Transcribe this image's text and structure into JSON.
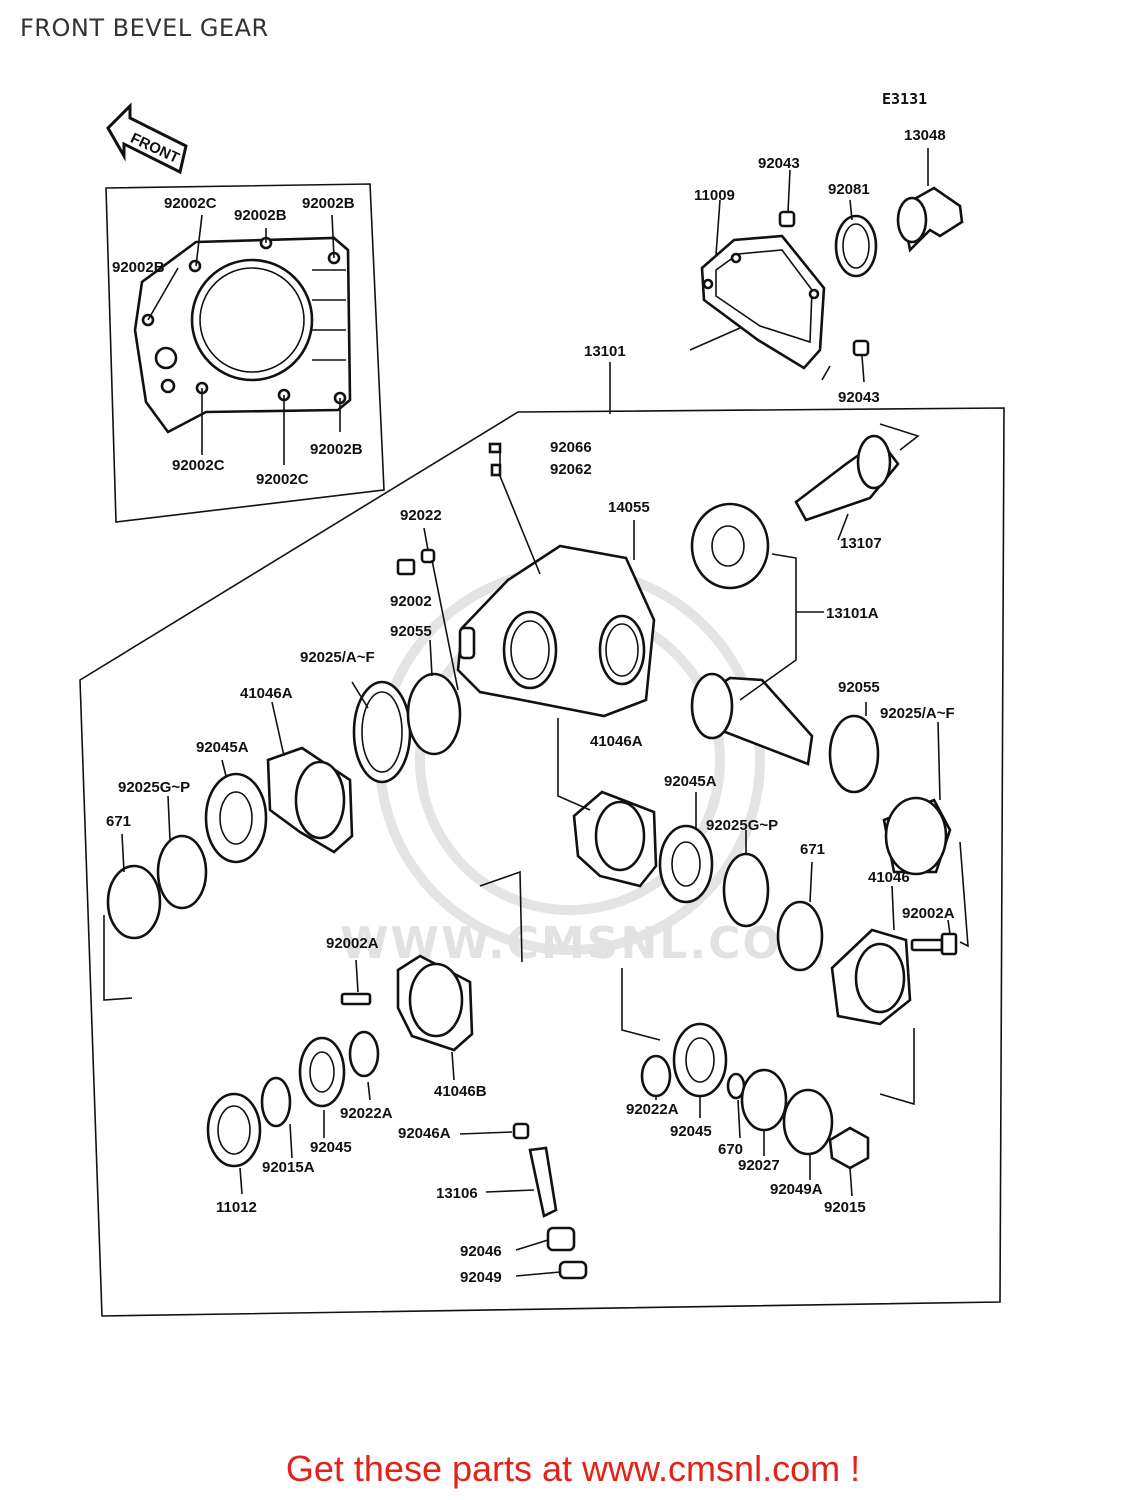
{
  "title": "FRONT BEVEL GEAR",
  "diagram_code": "E3131",
  "front_arrow_label": "FRONT",
  "watermark": "WWW.CMSNL.COM",
  "footer": "Get these parts at www.cmsnl.com !",
  "accent_color": "#e2231a",
  "parts": [
    {
      "id": "92002C",
      "label": "92002C"
    },
    {
      "id": "92002C",
      "label": "92002C"
    },
    {
      "id": "92002C",
      "label": "92002C"
    },
    {
      "id": "92002B",
      "label": "92002B"
    },
    {
      "id": "92002B",
      "label": "92002B"
    },
    {
      "id": "92002B",
      "label": "92002B"
    },
    {
      "id": "92002B",
      "label": "92002B"
    },
    {
      "id": "92043",
      "label": "92043"
    },
    {
      "id": "92043",
      "label": "92043"
    },
    {
      "id": "11009",
      "label": "11009"
    },
    {
      "id": "92081",
      "label": "92081"
    },
    {
      "id": "13048",
      "label": "13048"
    },
    {
      "id": "13101",
      "label": "13101"
    },
    {
      "id": "92066",
      "label": "92066"
    },
    {
      "id": "92062",
      "label": "92062"
    },
    {
      "id": "92022",
      "label": "92022"
    },
    {
      "id": "14055",
      "label": "14055"
    },
    {
      "id": "13107",
      "label": "13107"
    },
    {
      "id": "92002",
      "label": "92002"
    },
    {
      "id": "13101A",
      "label": "13101A"
    },
    {
      "id": "92055",
      "label": "92055"
    },
    {
      "id": "92025/A~F",
      "label": "92025/A~F"
    },
    {
      "id": "41046A",
      "label": "41046A"
    },
    {
      "id": "92055",
      "label": "92055"
    },
    {
      "id": "92025/A~F",
      "label": "92025/A~F"
    },
    {
      "id": "92045A",
      "label": "92045A"
    },
    {
      "id": "41046A",
      "label": "41046A"
    },
    {
      "id": "92025G~P",
      "label": "92025G~P"
    },
    {
      "id": "92045A",
      "label": "92045A"
    },
    {
      "id": "671",
      "label": "671"
    },
    {
      "id": "92025G~P",
      "label": "92025G~P"
    },
    {
      "id": "671",
      "label": "671"
    },
    {
      "id": "41046",
      "label": "41046"
    },
    {
      "id": "92002A",
      "label": "92002A"
    },
    {
      "id": "92002A",
      "label": "92002A"
    },
    {
      "id": "41046B",
      "label": "41046B"
    },
    {
      "id": "92022A",
      "label": "92022A"
    },
    {
      "id": "92022A",
      "label": "92022A"
    },
    {
      "id": "92045",
      "label": "92045"
    },
    {
      "id": "92045",
      "label": "92045"
    },
    {
      "id": "92046A",
      "label": "92046A"
    },
    {
      "id": "670",
      "label": "670"
    },
    {
      "id": "92027",
      "label": "92027"
    },
    {
      "id": "92015A",
      "label": "92015A"
    },
    {
      "id": "92049A",
      "label": "92049A"
    },
    {
      "id": "11012",
      "label": "11012"
    },
    {
      "id": "13106",
      "label": "13106"
    },
    {
      "id": "92015",
      "label": "92015"
    },
    {
      "id": "92046",
      "label": "92046"
    },
    {
      "id": "92049",
      "label": "92049"
    }
  ]
}
